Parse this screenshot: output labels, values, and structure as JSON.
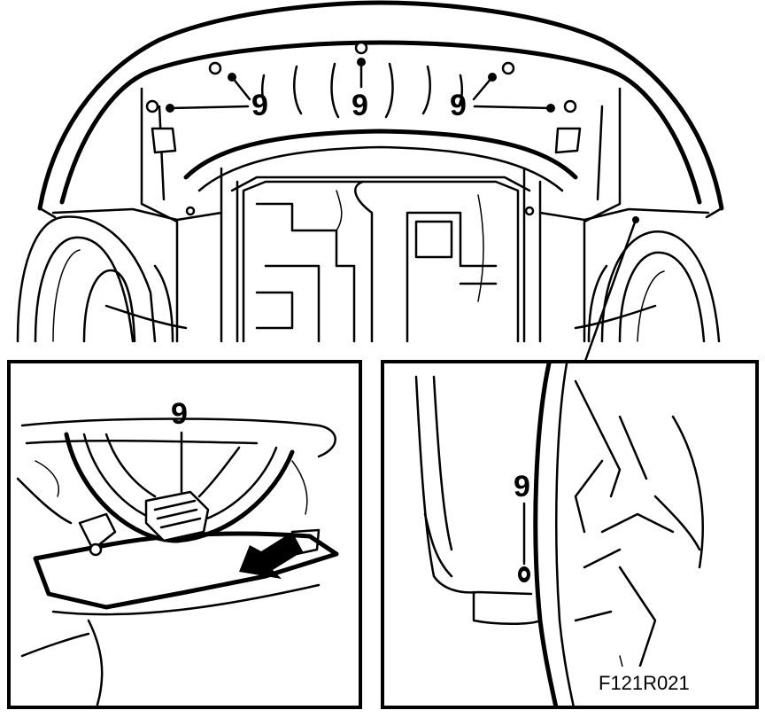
{
  "figure_code": "F121R021",
  "callouts": {
    "top_left": "9",
    "top_center": "9",
    "top_right": "9",
    "inset_left": "9",
    "inset_right": "9"
  }
}
